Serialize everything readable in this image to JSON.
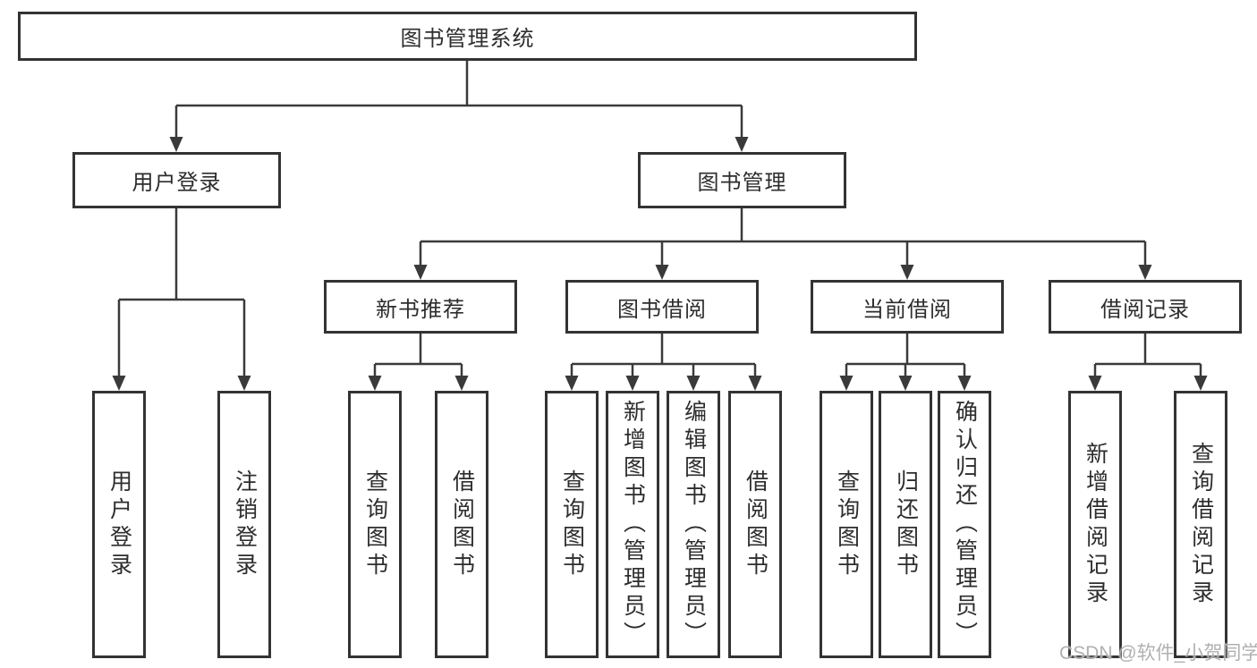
{
  "colors": {
    "line": "#3a3a3a",
    "box_border": "#333333",
    "text": "#2d2d2d",
    "watermark": "#acacac",
    "background": "#ffffff"
  },
  "watermark": "CSDN @软件_小贺同学",
  "tree": {
    "root": "图书管理系统",
    "user_login": {
      "label": "用户登录",
      "children": {
        "login": "用户登录",
        "logout": "注销登录"
      }
    },
    "book_management": {
      "label": "图书管理",
      "new_book_recommendation": {
        "label": "新书推荐",
        "children": {
          "query_books": "查询图书",
          "borrow_books": "借阅图书"
        }
      },
      "book_borrowing": {
        "label": "图书借阅",
        "children": {
          "query_books": "查询图书",
          "add_books_admin": "新增图书（管理员）",
          "edit_books_admin": "编辑图书（管理员）",
          "borrow_books": "借阅图书"
        }
      },
      "current_borrowing": {
        "label": "当前借阅",
        "children": {
          "query_books": "查询图书",
          "return_books": "归还图书",
          "confirm_return_admin": "确认归还（管理员）"
        }
      },
      "borrowing_records": {
        "label": "借阅记录",
        "children": {
          "add_record": "新增借阅记录",
          "query_record": "查询借阅记录"
        }
      }
    }
  }
}
